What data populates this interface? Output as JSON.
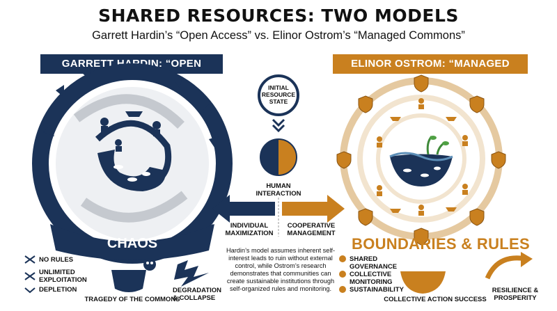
{
  "header": {
    "title": "SHARED RESOURCES: TWO MODELS",
    "subtitle": "Garrett Hardin’s “Open Access” vs. Elinor Ostrom’s “Managed Commons”"
  },
  "left": {
    "banner": "GARRETT HARDIN: “OPEN ACCESS”",
    "big_label": "CHAOS",
    "list": [
      "NO RULES",
      "UNLIMITED EXPLOITATION",
      "DEPLETION"
    ],
    "tragedy_label": "TRAGEDY OF THE COMMONS",
    "collapse_label": "DEGRADATION & COLLAPSE",
    "arrow_label": "INDIVIDUAL MAXIMIZATION"
  },
  "right": {
    "banner": "ELINOR OSTROM: “MANAGED COMMONS”",
    "big_label": "BOUNDARIES & RULES",
    "list": [
      "SHARED GOVERNANCE",
      "COLLECTIVE MONITORING",
      "SUSTAINABILITY"
    ],
    "success_label": "COLLECTIVE ACTION SUCCESS",
    "resilience_label": "RESILIENCE & PROSPERITY",
    "arrow_label": "COOPERATIVE MANAGEMENT"
  },
  "center": {
    "initial_state": "INITIAL RESOURCE STATE",
    "interaction": "HUMAN INTERACTION",
    "description": "Hardin’s model assumes inherent self-interest leads to ruin without external control, while Ostrom’s research demonstrates that communities can create sustainable institutions through self-organized rules and monitoring."
  },
  "colors": {
    "navy": "#1b3358",
    "gold": "#c9801f",
    "gray": "#c5c9cf"
  },
  "icons": [
    "shuffle-icon",
    "skull-icon",
    "lightning-icon",
    "gear-icon",
    "shield-icon",
    "person-icon",
    "boat-icon",
    "fish-icon"
  ]
}
